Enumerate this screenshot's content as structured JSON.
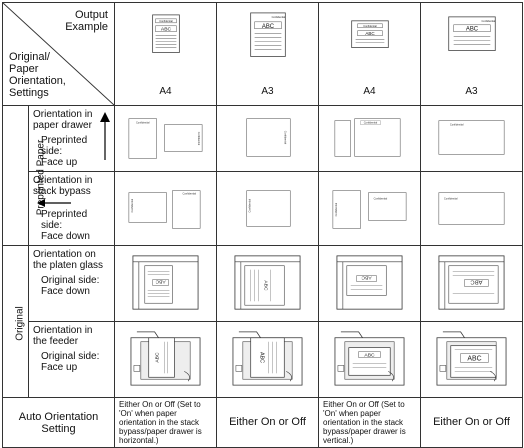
{
  "header": {
    "output_example": "Output\nExample",
    "original_paper": "Original/\nPaper\nOrientation,\nSettings",
    "columns": [
      {
        "paper": "A4",
        "stamp": "Confidential",
        "text": "ABC"
      },
      {
        "paper": "A3",
        "stamp": "Confidential",
        "text": "ABC"
      },
      {
        "paper": "A4",
        "stamp": "Confidential",
        "text": "ABC"
      },
      {
        "paper": "A3",
        "stamp": "Confidential",
        "text": "ABC"
      }
    ]
  },
  "groups": {
    "preprinted": "Preprinted Paper",
    "original": "Original"
  },
  "rows": {
    "drawer": {
      "title": "Orientation in\npaper drawer",
      "side": "Preprinted side:\nFace up"
    },
    "bypass": {
      "title": "Orientation in\nstack bypass",
      "side": "Preprinted side:\nFace down"
    },
    "platen": {
      "title": "Orientation on\nthe platen glass",
      "side": "Original side:\nFace down"
    },
    "feeder": {
      "title": "Orientation in\nthe feeder",
      "side": "Original side:\nFace up"
    }
  },
  "auto": {
    "label": "Auto Orientation Setting",
    "values": [
      "Either On or Off (Set to 'On' when paper orientation in the stack bypass/paper drawer is horizontal.)",
      "Either On or Off",
      "Either On or Off (Set to 'On' when paper orientation in the stack bypass/paper drawer is vertical.)",
      "Either On or Off"
    ]
  }
}
